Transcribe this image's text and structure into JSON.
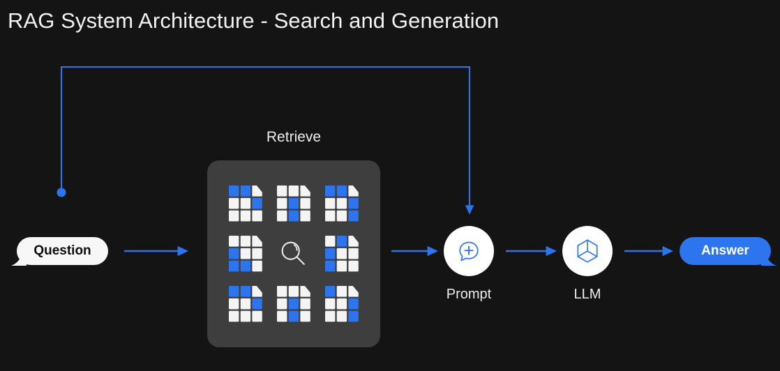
{
  "page": {
    "title": "RAG System Architecture - Search and Generation",
    "background_color": "#141414",
    "accent_color": "#2d74ef",
    "text_color": "#f2f2f2"
  },
  "question": {
    "label": "Question",
    "bubble_color": "#f7f7f7",
    "text_color": "#0d0d0d"
  },
  "answer": {
    "label": "Answer",
    "bubble_color": "#2d74ef",
    "text_color": "#ffffff"
  },
  "retrieve": {
    "label": "Retrieve",
    "panel_color": "#3e3e3e",
    "search_icon": "magnifying-glass-icon",
    "documents": [
      {
        "name": "document-1",
        "blue_cells": [
          0,
          1,
          5
        ]
      },
      {
        "name": "document-2",
        "blue_cells": [
          4,
          7
        ]
      },
      {
        "name": "document-3",
        "blue_cells": [
          0,
          1,
          5,
          8
        ]
      },
      {
        "name": "document-4",
        "blue_cells": [
          3,
          6,
          7
        ]
      },
      {
        "name": "document-5",
        "blue_cells": [
          1,
          3,
          6
        ]
      },
      {
        "name": "document-6",
        "blue_cells": [
          0,
          1,
          5
        ]
      },
      {
        "name": "document-7",
        "blue_cells": [
          4,
          7
        ]
      },
      {
        "name": "document-8",
        "blue_cells": [
          0,
          5,
          8
        ]
      }
    ]
  },
  "prompt": {
    "label": "Prompt",
    "icon": "chat-bubble-plus-icon",
    "icon_color": "#2d74ef"
  },
  "llm": {
    "label": "LLM",
    "icon": "hexagon-cube-icon",
    "icon_color": "#2d74ef"
  },
  "connections": {
    "arrow_color": "#2d74ef",
    "feedback_loop": "answer-back-to-prompt",
    "arrows": [
      "question-to-retrieve",
      "retrieve-to-prompt",
      "prompt-to-llm",
      "llm-to-answer"
    ]
  }
}
